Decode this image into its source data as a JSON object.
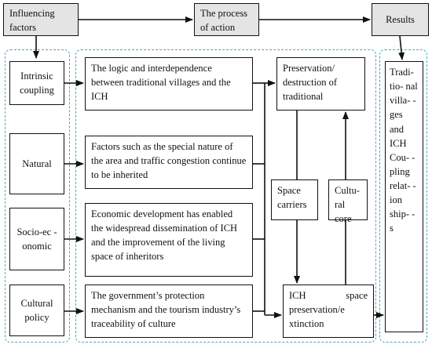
{
  "headers": {
    "influencing": "Influencing factors",
    "process": "The process of action",
    "results": "Results"
  },
  "factors": {
    "intrinsic": "Intrinsic coupling",
    "natural": "Natural",
    "socio": "Socio-ec -onomic",
    "cultural": "Cultural policy"
  },
  "processes": {
    "logic": "The logic and interdependence between traditional villages and the ICH",
    "nature": "Factors such as the special nature of the area and traffic congestion continue to be inherited",
    "economic": "Economic development has enabled the widespread dissemination of ICH and the improvement of the living space of inheritors",
    "government": "The government’s protection mechanism and the tourism industry’s traceability of culture"
  },
  "mechanisms": {
    "preservation": "Preservation/ destruction of traditional",
    "space_carriers": "Space carriers",
    "cultural_core": "Cultu-ral core",
    "ich": "ICH space preservation/e xtinction"
  },
  "result": "Tradi- tio- nal villa- -ges and ICH Cou- -pling relat- -ion ship- -s"
}
